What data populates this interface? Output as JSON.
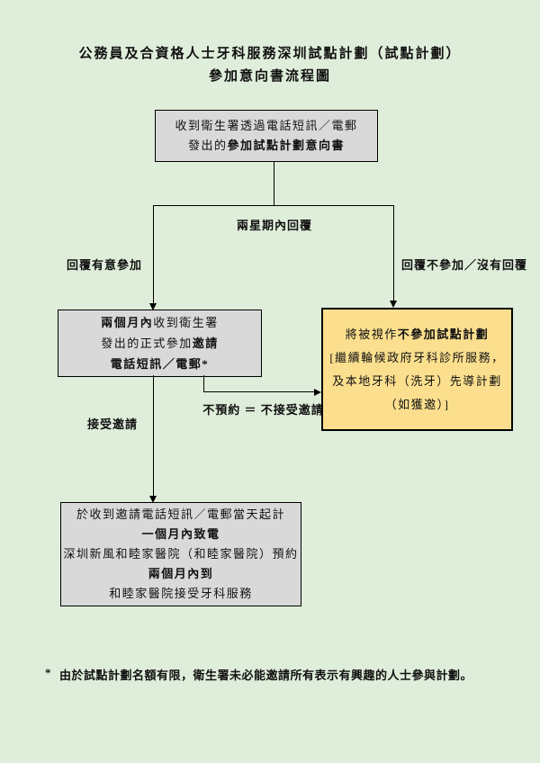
{
  "colors": {
    "background": "#dfeeda",
    "box_gray": "#d9d9d9",
    "box_yellow": "#fbdf8e",
    "line": "#000000",
    "text": "#111111"
  },
  "title": {
    "line1": "公務員及合資格人士牙科服務深圳試點計劃（試點計劃）",
    "line2": "參加意向書流程圖"
  },
  "flow": {
    "box_receive": {
      "line1": "收到衛生署透過電話短訊／電郵",
      "line2_normal": "發出的",
      "line2_bold": "參加試點計劃意向書"
    },
    "label_two_weeks": "兩星期內回覆",
    "label_reply_join": "回覆有意參加",
    "label_reply_no": "回覆不參加／沒有回覆",
    "box_invite": {
      "line1_bold": "兩個月內",
      "line1_rest": "收到衛生署",
      "line2_normal": "發出的正式參加",
      "line2_bold": "邀請",
      "line3_bold": "電話短訊／電郵*"
    },
    "label_accept": "接受邀請",
    "label_no_booking": "不預約 ＝ 不接受邀請",
    "box_not_join": {
      "line1_normal": "將被視作",
      "line1_bold": "不參加試點計劃",
      "line2": "[繼續輪候政府牙科診所服務，",
      "line3": "及本地牙科（洗牙）先導計劃",
      "line4": "（如獲邀）]"
    },
    "box_appointment": {
      "line1": "於收到邀請電話短訊／電郵當天起計",
      "line2_bold": "一個月內致電",
      "line3": "深圳新風和睦家醫院（和睦家醫院）預約",
      "line4_bold": "兩個月內到",
      "line5": "和睦家醫院接受牙科服務"
    }
  },
  "footnote": {
    "marker": "*",
    "text": "由於試點計劃名額有限，衛生署未必能邀請所有表示有興趣的人士參與計劃。"
  }
}
